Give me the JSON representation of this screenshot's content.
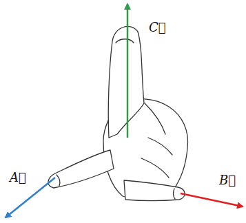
{
  "diagram": {
    "labels": [
      "C⃗",
      "A⃗",
      "B⃗"
    ]
  }
}
